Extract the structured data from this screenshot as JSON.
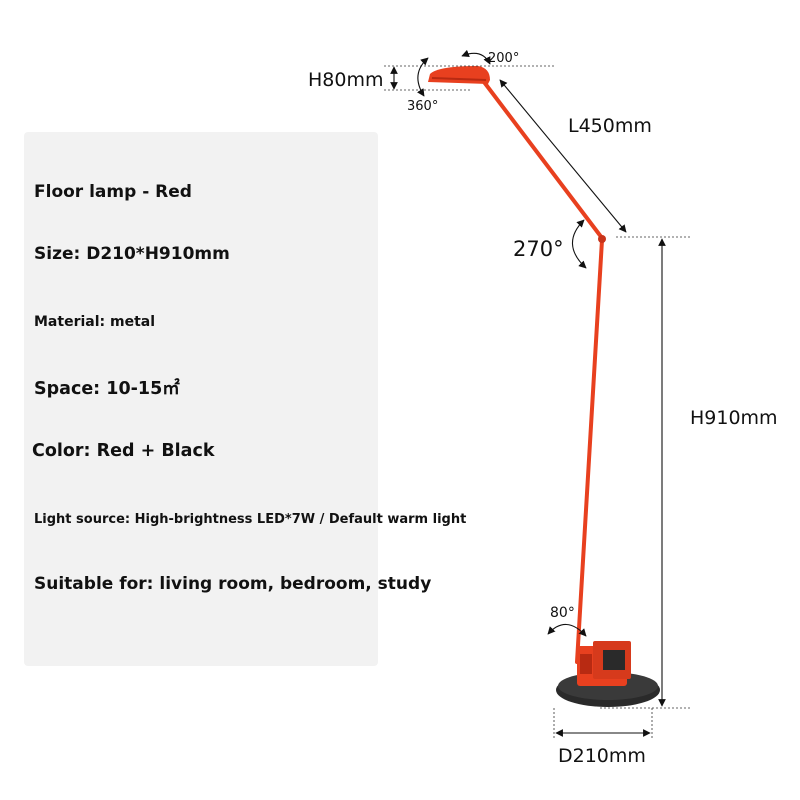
{
  "specs": {
    "product": "Floor lamp - Red",
    "size": "Size: D210*H910mm",
    "material": "Material: metal",
    "space": "Space: 10-15㎡",
    "color": "Color: Red + Black",
    "light_source": "Light source: High-brightness LED*7W / Default warm light",
    "suitable_for": "Suitable for: living room, bedroom, study"
  },
  "dimensions": {
    "head_height": "H80mm",
    "head_tilt": "200°",
    "head_rotation": "360°",
    "arm_length": "L450mm",
    "joint_rotation": "270°",
    "total_height": "H910mm",
    "base_tilt": "80°",
    "base_diameter": "D210mm"
  },
  "colors": {
    "lamp_red": "#e8401f",
    "lamp_dark_red": "#b82a12",
    "base_black": "#2a2a2a",
    "panel_gray": "#f2f2f2"
  }
}
